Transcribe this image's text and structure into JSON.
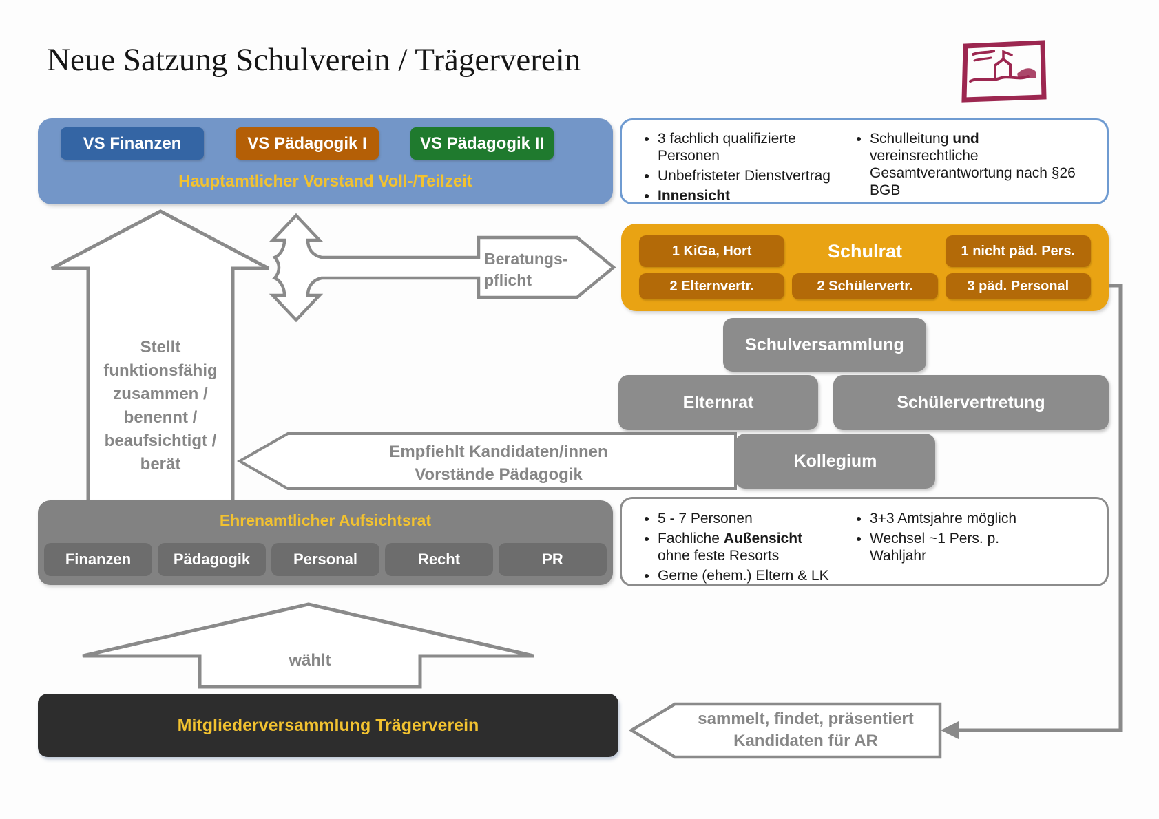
{
  "page": {
    "title": "Neue Satzung Schulverein / Trägerverein"
  },
  "colors": {
    "container_blue": "#7396c8",
    "box_dark_blue": "#3465a4",
    "box_orange": "#b45f06",
    "box_green": "#1f7a2e",
    "container_amber": "#e9a313",
    "box_dark_amber": "#b36a08",
    "box_gray": "#8c8c8c",
    "box_dark_gray": "#6d6d6d",
    "container_gray": "#828282",
    "box_dark": "#2d2d2d",
    "accent_yellow": "#f2c230",
    "arrow_gray": "#8a8a8a",
    "info_border_blue": "#6f9bd1",
    "logo_maroon": "#9c2750"
  },
  "vorstand": {
    "label": "Hauptamtlicher Vorstand Voll-/Teilzeit",
    "items": [
      "VS Finanzen",
      "VS Pädagogik I",
      "VS Pädagogik II"
    ]
  },
  "vorstand_info": {
    "left": [
      {
        "pre": "3 fachlich qualifizierte Personen",
        "bold": "",
        "post": ""
      },
      {
        "pre": "Unbefristeter Dienstvertrag",
        "bold": "",
        "post": ""
      },
      {
        "pre": "",
        "bold": "Innensicht",
        "post": ""
      }
    ],
    "right": [
      {
        "pre": "Schulleitung ",
        "bold": "und",
        "post": " vereinsrechtliche Gesamtverantwortung nach §26 BGB"
      }
    ]
  },
  "schulrat": {
    "title": "Schulrat",
    "cells": [
      "1 KiGa, Hort",
      "1 nicht päd. Pers.",
      "2 Elternvertr.",
      "2 Schülervertr.",
      "3 päd. Personal"
    ]
  },
  "gremien": {
    "schulversammlung": "Schulversammlung",
    "elternrat": "Elternrat",
    "schuelervertretung": "Schülervertretung",
    "kollegium": "Kollegium"
  },
  "arrows": {
    "beratung_line1": "Beratungs-",
    "beratung_line2": "pflicht",
    "stellt_lines": [
      "Stellt",
      "funktionsfähig",
      "zusammen /",
      "benennt /",
      "beaufsichtigt /",
      "berät"
    ],
    "empfiehlt_line1": "Empfiehlt Kandidaten/innen",
    "empfiehlt_line2": "Vorstände Pädagogik",
    "waehlt": "wählt",
    "sammelt_line1": "sammelt, findet, präsentiert",
    "sammelt_line2": "Kandidaten für AR"
  },
  "aufsichtsrat": {
    "label": "Ehrenamtlicher Aufsichtsrat",
    "items": [
      "Finanzen",
      "Pädagogik",
      "Personal",
      "Recht",
      "PR"
    ]
  },
  "aufsichtsrat_info": {
    "left": [
      {
        "pre": "5 - 7 Personen",
        "bold": "",
        "post": "",
        "line2": ""
      },
      {
        "pre": "Fachliche ",
        "bold": "Außensicht",
        "post": "",
        "line2": "ohne feste Resorts"
      },
      {
        "pre": "Gerne (ehem.) Eltern & LK",
        "bold": "",
        "post": "",
        "line2": ""
      }
    ],
    "right": [
      {
        "pre": "3+3 Amtsjahre möglich",
        "bold": "",
        "post": "",
        "line2": ""
      },
      {
        "pre": "Wechsel ~1 Pers. p.",
        "bold": "",
        "post": "",
        "line2": "Wahljahr"
      }
    ]
  },
  "mitgliederversammlung": {
    "label": "Mitgliederversammlung Trägerverein"
  }
}
